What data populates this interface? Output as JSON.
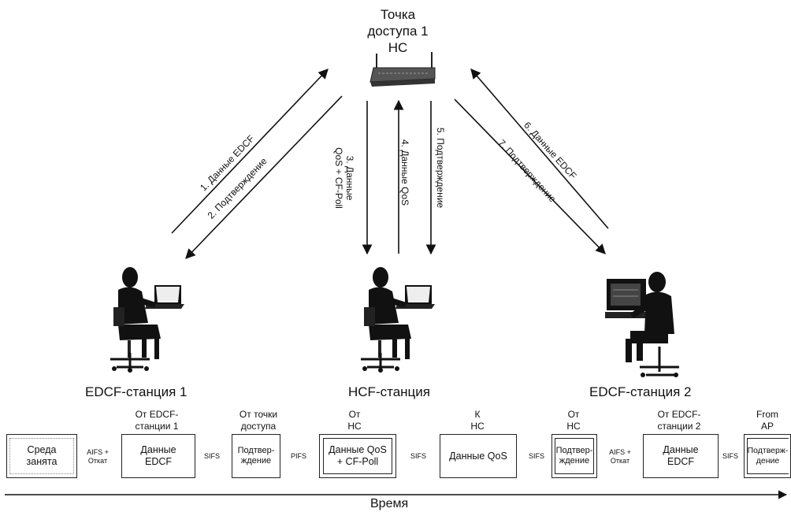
{
  "access_point": {
    "title_line1": "Точка",
    "title_line2": "доступа 1",
    "title_line3": "HC"
  },
  "stations": {
    "edcf1": "EDCF-станция 1",
    "hcf": "HCF-станция",
    "edcf2": "EDCF-станция 2"
  },
  "arrows": {
    "a1": "1. Данные EDCF",
    "a2": "2. Подтверждение",
    "a3_line1": "3. Данные",
    "a3_line2": "QoS + CF-Poll",
    "a4": "4. Данные QoS",
    "a5": "5. Подтверждение",
    "a6": "6. Данные EDCF",
    "a7": "7. Подтверждение"
  },
  "timeline": {
    "headers": {
      "from_edcf1_l1": "От EDCF-",
      "from_edcf1_l2": "станции 1",
      "from_ap_l1": "От точки",
      "from_ap_l2": "доступа",
      "from_hc1_l1": "От",
      "from_hc1_l2": "HC",
      "to_hc_l1": "К",
      "to_hc_l2": "HC",
      "from_hc2_l1": "От",
      "from_hc2_l2": "HC",
      "from_edcf2_l1": "От EDCF-",
      "from_edcf2_l2": "станции 2",
      "from_ap_en_l1": "From",
      "from_ap_en_l2": "AP"
    },
    "boxes": {
      "medium_busy_l1": "Среда",
      "medium_busy_l2": "занята",
      "edcf_data1_l1": "Данные",
      "edcf_data1_l2": "EDCF",
      "ack1_l1": "Подтвер-",
      "ack1_l2": "ждение",
      "qos_poll_l1": "Данные QoS",
      "qos_poll_l2": "+ CF-Poll",
      "qos_data": "Данные QoS",
      "ack2_l1": "Подтвер-",
      "ack2_l2": "ждение",
      "edcf_data2_l1": "Данные",
      "edcf_data2_l2": "EDCF",
      "ack3_l1": "Подтверж-",
      "ack3_l2": "дение"
    },
    "separators": {
      "aifs1_l1": "AIFS +",
      "aifs1_l2": "Откат",
      "sifs1": "SIFS",
      "pifs": "PIFS",
      "sifs2": "SIFS",
      "sifs3": "SIFS",
      "aifs2_l1": "AIFS +",
      "aifs2_l2": "Откат",
      "sifs4": "SIFS"
    },
    "axis_label": "Время"
  }
}
